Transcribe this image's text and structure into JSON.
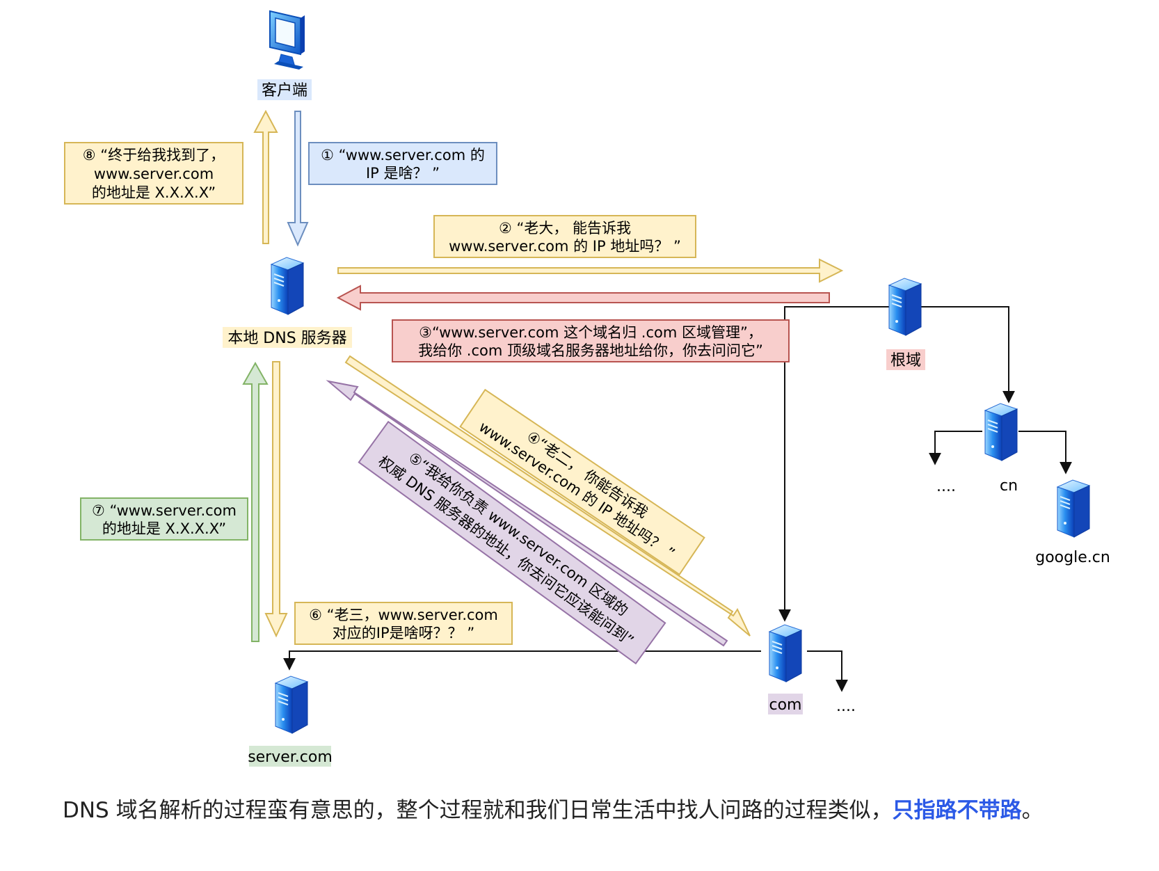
{
  "nodes": {
    "client": "客户端",
    "local_dns": "本地 DNS 服务器",
    "root": "根域",
    "cn": "cn",
    "google_cn": "google.cn",
    "com": "com",
    "server_com": "server.com",
    "cn_more": "....",
    "com_more": "...."
  },
  "messages": {
    "m1": [
      "① “www.server.com 的",
      "IP 是啥？ ”"
    ],
    "m2": [
      "② “老大， 能告诉我",
      "www.server.com 的 IP 地址吗？ ”"
    ],
    "m3": [
      "③“www.server.com 这个域名归 .com 区域管理”，",
      "我给你 .com 顶级域名服务器地址给你，你去问问它”"
    ],
    "m4": [
      "④“老二， 你能告诉我",
      "www.server.com 的 IP 地址吗？ ”"
    ],
    "m5": [
      "⑤“我给你负责 www.server.com 区域的",
      "权威 DNS 服务器的地址，你去问它应该能问到”"
    ],
    "m6": [
      "⑥ “老三，www.server.com",
      "对应的IP是啥呀？？ ”"
    ],
    "m7": [
      "⑦ “www.server.com",
      "的地址是 X.X.X.X”"
    ],
    "m8": [
      "⑧ “终于给我找到了，",
      "www.server.com",
      "的地址是 X.X.X.X”"
    ]
  },
  "caption": {
    "text": "DNS 域名解析的过程蛮有意思的，整个过程就和我们日常生活中找人问路的过程类似，",
    "emphasis": "只指路不带路",
    "end": "。"
  },
  "colors": {
    "yellow_fill": "#fff2cc",
    "yellow_stroke": "#d6b656",
    "blue_fill": "#dae8fc",
    "blue_stroke": "#6c8ebf",
    "red_fill": "#f8cecc",
    "red_stroke": "#b85450",
    "green_fill": "#d5e8d4",
    "green_stroke": "#82b366",
    "purple_fill": "#e1d5e7",
    "purple_stroke": "#9673a6",
    "emphasis": "#2b59e6"
  }
}
